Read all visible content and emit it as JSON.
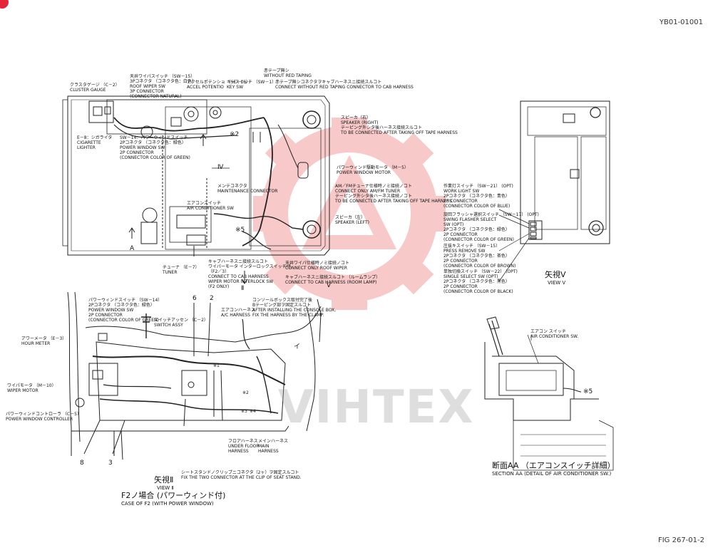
{
  "header": {
    "doc_code": "YB01-01001"
  },
  "footer": {
    "fig_code": "FIG 267-01-2"
  },
  "watermark": {
    "text": "VIHTEX",
    "logo_color": "#f08a8a"
  },
  "accent_color": "#e5243b",
  "top_view": {
    "cluster_gauge": [
      "クラスタゲージ （C－2）",
      "CLUSTER GAUGE"
    ],
    "roof_wiper_sw": [
      "天井ワイパスイッチ （SW－15）",
      "3Pコネクタ （コネクタ色：白色）",
      "ROOF WIPER SW",
      "3P CONNECTOR",
      "(CONNECTOR NATURAL)"
    ],
    "accel_potentio": [
      "アクセルポテンショ （SE－16）",
      "ACCEL POTENTIO"
    ],
    "key_sw": [
      "キースイッチ （SW－1）",
      "KEY SW"
    ],
    "red_taping": [
      "赤テープ無シ",
      "WITHOUT RED TAPING"
    ],
    "red_taping_connector": [
      "赤テープ無シコネクタヲキャブハーネスニ接続スルコト",
      "CONNECT WITHOUT RED TAPING CONNECTOR TO CAB HARNESS"
    ],
    "cigarette_lighter": [
      "E－8：シガライタ",
      "CIGARETTE",
      "LIGHTER"
    ],
    "power_window_sw": [
      "SW－14：パワーウィンドスイッチ",
      "2Pコネクタ （コネクタ色：緑色）",
      "POWER WINDOW SW",
      "2P CONNECTOR",
      "(CONNECTOR COLOR OF GREEN)"
    ],
    "speaker_right": [
      "スピーカ（右）",
      "SPEAKER (RIGHT)",
      "テーピング外シタ後ハーネス接続スルコト",
      "TO BE CONNECTED AFTER TAKING OFF TAPE HARNESS"
    ],
    "wire_m2": "※2",
    "arrow_iv": "Ⅳ",
    "power_window_motor": [
      "パワーウィンド駆動モータ （M－5）",
      "POWER WINDOW MOTOR"
    ],
    "maintenance_connector": [
      "メンテコネクタ",
      "MAINTENANCE CONNECTOR"
    ],
    "am_fm_tuner": [
      "AM／FMチューナ仕様時ノミ接続ノコト",
      "CONNECT ONLY AM/FM TUNER",
      "テーピング外シタ後ハーネス接続ノコト",
      "TO BE CONNECTED AFTER TAKING OFF TAPE HARNESS"
    ],
    "air_con_sw": [
      "エアコンスイッチ",
      "AIR CONDITIONER SW"
    ],
    "speaker_left": [
      "スピーカ（左）",
      "SPEAKER (LEFT)"
    ],
    "wire_m5": "※5",
    "section_a": "A",
    "tuner": [
      "チューナ （E－7）",
      "TUNER"
    ],
    "cab_harness_wiper": [
      "キャブハーネスニ接続スルコト",
      "ワイパーモータ インターロックスイッチ付",
      "（F2／3）",
      "CONNECT TO CAB HARNESS",
      "WIPER MOTOR INTERLOCK SW",
      "(F2 ONLY)"
    ],
    "roof_wiper_only": [
      "天井ワイパ仕様時ノミ接続ノコト",
      "CONNECT ONLY ROOF WIPER"
    ],
    "room_lamp": [
      "キャブハーネスニ接続スルコト （ルームランプ）",
      "CONNECT TO CAB HARNESS (ROOM LAMP)"
    ],
    "arrow_ii": "Ⅱ",
    "arrow_v": "Ⅴ"
  },
  "view_ii": {
    "power_window_sw": [
      "パワーウィンドスイッチ （SW－14）",
      "2Pコネクタ （コネクタ色：緑色）",
      "POWER WINDOW SW",
      "2P CONNECTOR",
      "(CONNECTOR COLOR OF GREEN)"
    ],
    "switch_assy": [
      "スイッチアッセン （C－2）",
      "SWITCH ASSY"
    ],
    "ac_harness": [
      "エアコンハーネス",
      "A/C HARNESS"
    ],
    "console_box": [
      "コンソールボックス取付完了後",
      "Bテーピング部ヲ固定スルコト",
      "AFTER INSTALLING THE CONSOLE BOX,",
      "FIX THE HARNESS BY THE CLAMP."
    ],
    "hour_meter": [
      "アワーメータ （E－3）",
      "HOUR METER"
    ],
    "wiper_motor": [
      "ワイパモータ （M－10）",
      "WIPER MOTOR"
    ],
    "power_window_controller": [
      "パワーウィンドコントローラ （C－5）",
      "POWER WINDOW CONTROLLER"
    ],
    "under_floor": [
      "フロアハーネス",
      "UNDER FLOOR",
      "HARNESS"
    ],
    "main_harness": [
      "メインハーネス",
      "MAIN",
      "HARNESS"
    ],
    "seat_stand": [
      "シートスタンドノクリップニコネクタ（2ヶ）ヲ固定スルコト",
      "FIX THE TWO CONNECTOR AT THE CLIP OF SEAT STAND."
    ],
    "numbers": [
      "6",
      "2",
      "8",
      "3"
    ],
    "wire_marks": [
      "※1",
      "※2",
      "※3",
      "※4"
    ],
    "arrow_i": "イ",
    "title_jp": "矢視Ⅱ",
    "title_en": "VIEW Ⅱ",
    "case_jp": "F2ノ場合 (パワーウィンド付)",
    "case_en": "CASE OF F2 (WITH POWER WINDOW)"
  },
  "view_v": {
    "work_light_sw": [
      "作業灯スイッチ （SW－21） (OPT)",
      "WORK LIGHT SW",
      "2Pコネクタ （コネクタ色：青色）",
      "2P CONNECTOR",
      "(CONNECTOR COLOR OF BLUE)"
    ],
    "flasher_sw": [
      "旋回フラッシャ選択スイッチ （SW－17） (OPT)",
      "SWING FLASHER SELECT",
      "SW (OPT)",
      "2Pコネクタ （コネクタ色：緑色）",
      "2P CONNECTOR",
      "(CONNECTOR COLOR OF GREEN)"
    ],
    "press_remove_sw": [
      "圧抜キスイッチ （SW－15）",
      "PRESS REMOVE SW",
      "2Pコネクタ （コネクタ色：茶色）",
      "2P CONNECTOR",
      "(CONNECTOR COLOR OF BROWN)"
    ],
    "single_select_sw": [
      "単独切換スイッチ （SW－22） (OPT)",
      "SINGLE SELECT SW (OPT)",
      "2Pコネクタ （コネクタ色：黒色）",
      "2P CONNECTOR",
      "(CONNECTOR COLOR OF BLACK)"
    ],
    "title_jp": "矢視Ⅴ",
    "title_en": "VIEW Ⅴ"
  },
  "section_aa": {
    "air_con_sw": [
      "エアコン スイッチ",
      "AIR CONDITIONER SW."
    ],
    "wire_m5": "※5",
    "title_jp": "断面AA （エアコンスイッチ詳細）",
    "title_en": "SECTION AA (DETAIL OF AIR CONDITIONER SW.)"
  }
}
